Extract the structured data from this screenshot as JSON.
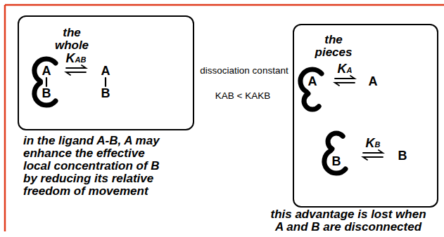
{
  "diagram": {
    "nodes": [
      {
        "text": [
          "the whole"
        ]
      },
      {
        "text": [
          "the pieces"
        ]
      }
    ],
    "labels": [
      "KAB",
      "A",
      "B",
      "A",
      "B",
      "dissociation constant",
      "KAB < KAKB",
      "in the ligand A-B, A may enhance the effective local concentration of B by reducing its relative freedom of movement",
      "KA",
      "A",
      "A",
      "KB",
      "B",
      "B",
      "this advantage is lost when A and B are disconnected"
    ]
  }
}
